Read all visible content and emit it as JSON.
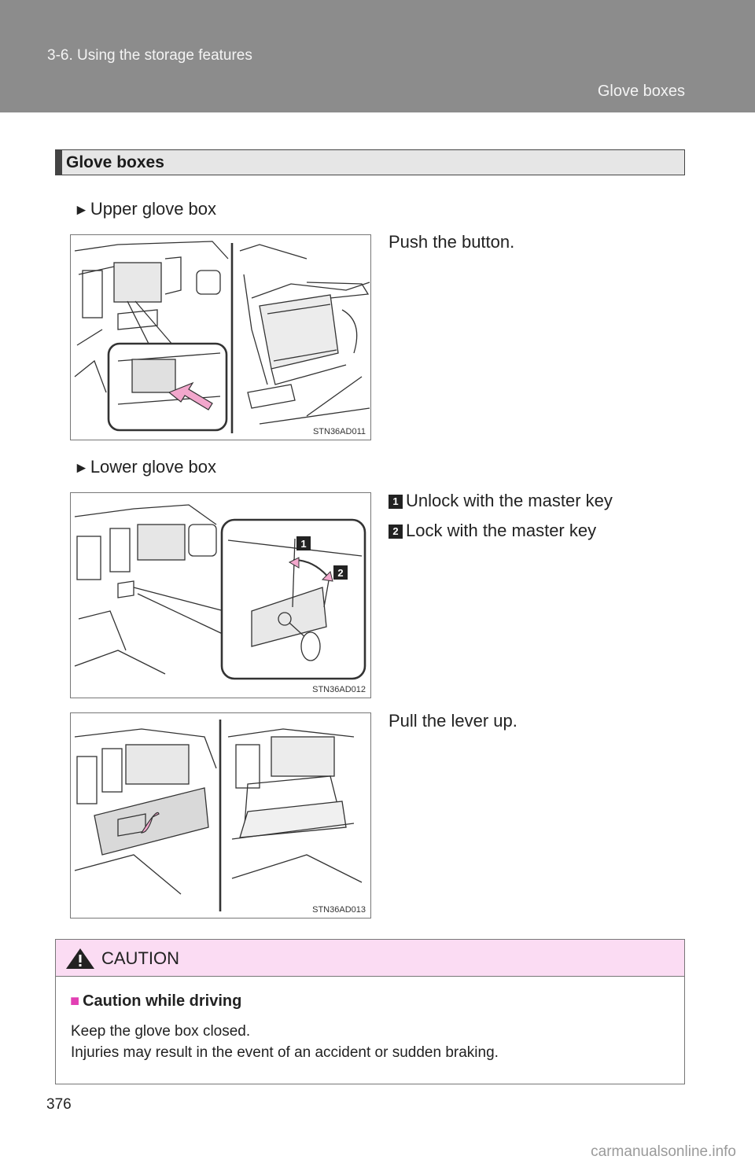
{
  "header": {
    "section": "3-6. Using the storage features",
    "topic": "Glove boxes"
  },
  "section_title": "Glove boxes",
  "upper": {
    "heading": "Upper glove box",
    "figure_code": "STN36AD011",
    "instruction": "Push the button."
  },
  "lower": {
    "heading": "Lower glove box",
    "figure_code_1": "STN36AD012",
    "steps": [
      {
        "number": "1",
        "text": "Unlock with the master key"
      },
      {
        "number": "2",
        "text": "Lock with the master key"
      }
    ],
    "figure_code_2": "STN36AD013",
    "instruction": "Pull the lever up."
  },
  "caution": {
    "label": "CAUTION",
    "subheading": "Caution while driving",
    "lines": [
      "Keep the glove box closed.",
      "Injuries may result in the event of an accident or sudden braking."
    ]
  },
  "footer": {
    "page_number": "376",
    "watermark": "carmanualsonline.info"
  },
  "colors": {
    "header_band": "#8c8c8c",
    "caution_header": "#fbdcf3",
    "caution_accent": "#e23fb3",
    "arrow_pink": "#f2a7cc"
  },
  "icons": [
    "triangle-right-icon",
    "warning-icon",
    "square-bullet-icon"
  ]
}
